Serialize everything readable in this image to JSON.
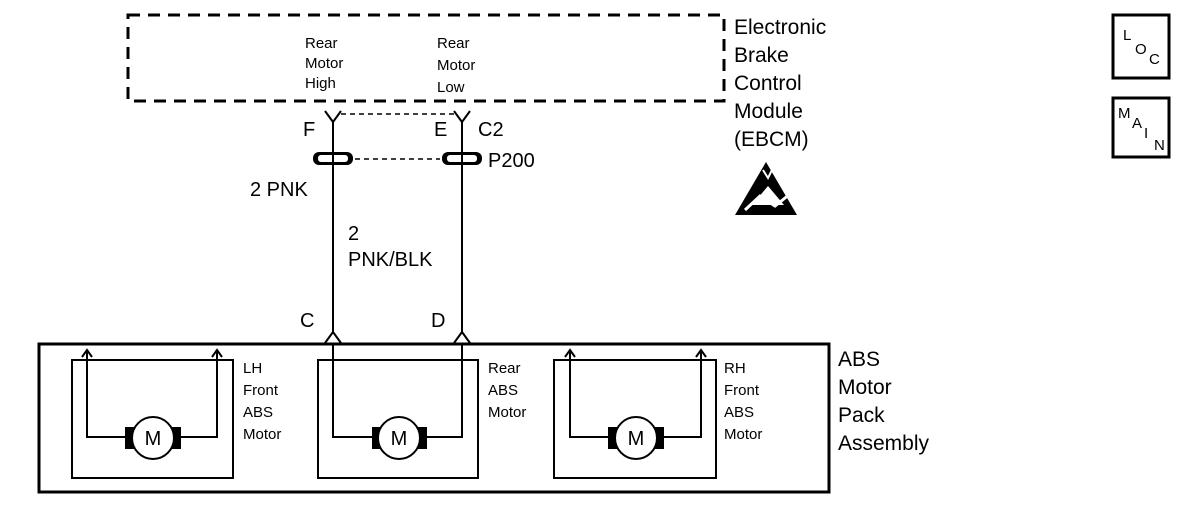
{
  "module": {
    "name_lines": [
      "Electronic",
      "Brake",
      "Control",
      "Module",
      "(EBCM)"
    ],
    "pin_high_lines": [
      "Rear",
      "Motor",
      "High"
    ],
    "pin_low_lines": [
      "Rear",
      "Motor",
      "Low"
    ]
  },
  "connectors": {
    "pin_f": "F",
    "pin_e": "E",
    "module_connector": "C2",
    "inline_connector": "P200",
    "pin_c": "C",
    "pin_d": "D"
  },
  "wires": {
    "left_wire": "2 PNK",
    "right_wire_gauge": "2",
    "right_wire_color": "PNK/BLK"
  },
  "motor_pack": {
    "name_lines": [
      "ABS",
      "Motor",
      "Pack",
      "Assembly"
    ],
    "motor_symbol": "M",
    "motors": [
      {
        "label_lines": [
          "LH",
          "Front",
          "ABS",
          "Motor"
        ]
      },
      {
        "label_lines": [
          "Rear",
          "ABS",
          "Motor"
        ]
      },
      {
        "label_lines": [
          "RH",
          "Front",
          "ABS",
          "Motor"
        ]
      }
    ]
  },
  "side_icons": {
    "loc": [
      "L",
      "O",
      "C"
    ],
    "main": [
      "M",
      "A",
      "I",
      "N"
    ]
  },
  "icons": [
    "esd-warning-icon",
    "location-icon",
    "main-index-icon"
  ]
}
